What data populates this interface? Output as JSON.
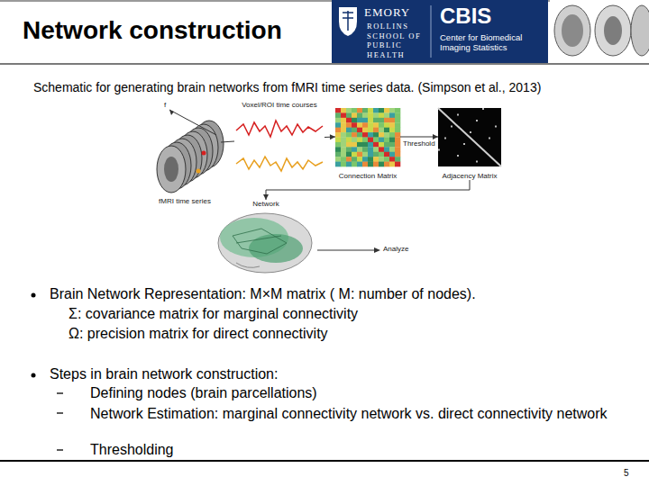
{
  "diagram": {
    "title": "Network construction",
    "caption": "Schematic for generating brain networks from fMRI time series data. (Simpson et al., 2013)",
    "nodes": [
      {
        "text": [
          "fMRI time series"
        ]
      },
      {
        "text": [
          "Voxel/ROI time courses"
        ]
      },
      {
        "text": [
          "Connection Matrix"
        ]
      },
      {
        "text": [
          "Adjacency Matrix"
        ]
      },
      {
        "text": [
          "Network"
        ]
      }
    ],
    "edges": [
      {
        "from": 0,
        "to": 1,
        "arrow": "none"
      },
      {
        "from": 1,
        "to": 2,
        "arrow": "to"
      },
      {
        "from": 2,
        "to": 3,
        "arrow": "to",
        "label": "Threshold"
      },
      {
        "from": 3,
        "to": 4,
        "arrow": "to"
      }
    ],
    "labels": [
      "EMORY",
      "ROLLINS SCHOOL OF PUBLIC HEALTH",
      "CBIS",
      "Center for Biomedical Imaging Statistics",
      "f",
      "Analyze",
      "Brain Network Representation: M×M matrix ( M: number of nodes).",
      "Σ: covariance matrix for marginal connectivity",
      "Ω: precision matrix for direct connectivity",
      "Steps in brain network construction:",
      "Defining nodes (brain parcellations)",
      "Network Estimation: marginal connectivity network vs. direct connectivity network",
      "Thresholding",
      "5"
    ]
  }
}
